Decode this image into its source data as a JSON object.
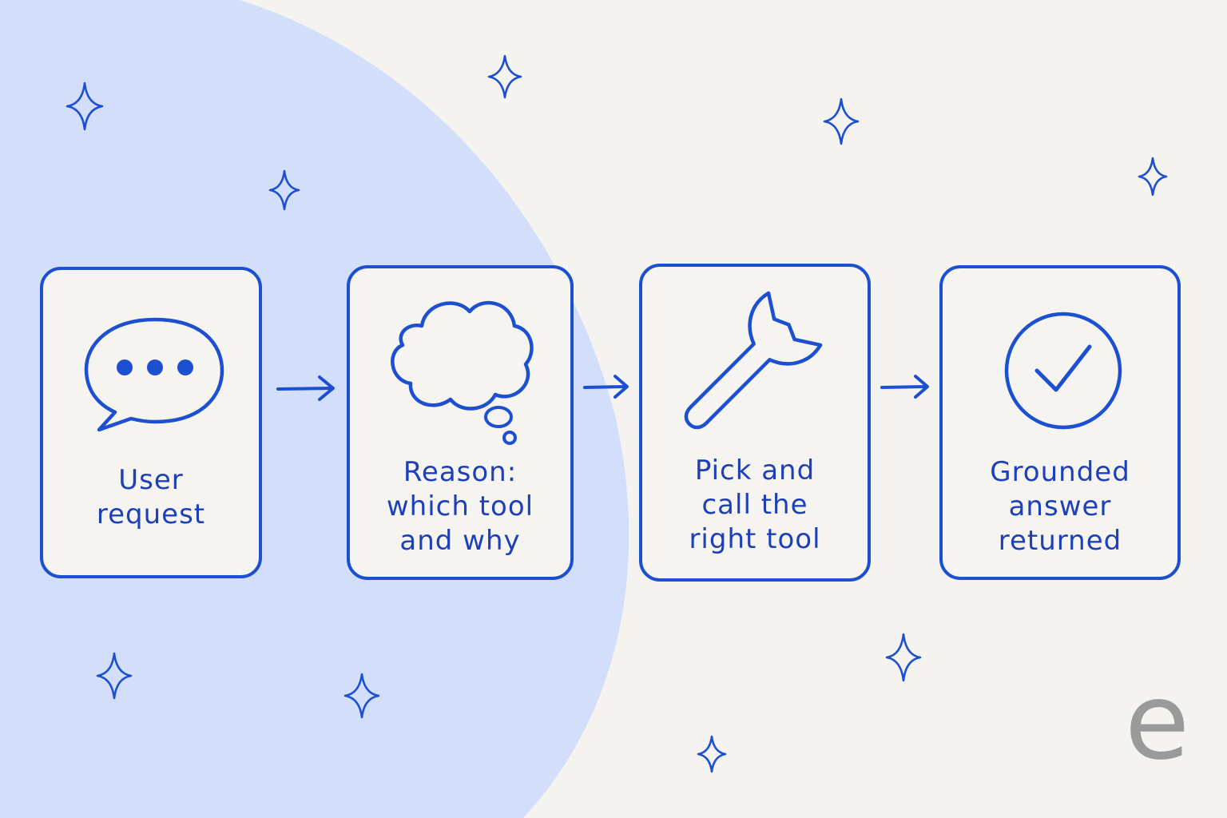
{
  "diagram": {
    "colors": {
      "background": "#f4f3f0",
      "blob": "#d2defa",
      "stroke": "#1d4fd1",
      "text": "#1d3fb8",
      "logo": "#9a9a9a"
    },
    "steps": [
      {
        "label": "User\nrequest",
        "icon": "speech-bubble-icon"
      },
      {
        "label": "Reason:\nwhich tool\nand why",
        "icon": "thought-cloud-icon"
      },
      {
        "label": "Pick and\ncall the\nright tool",
        "icon": "wrench-icon"
      },
      {
        "label": "Grounded\nanswer\nreturned",
        "icon": "checkmark-circle-icon"
      }
    ],
    "connectors": [
      "arrow-right-icon",
      "arrow-right-icon",
      "arrow-right-icon"
    ],
    "decorations": "sparkle-icon",
    "logo": {
      "text": "e"
    }
  }
}
